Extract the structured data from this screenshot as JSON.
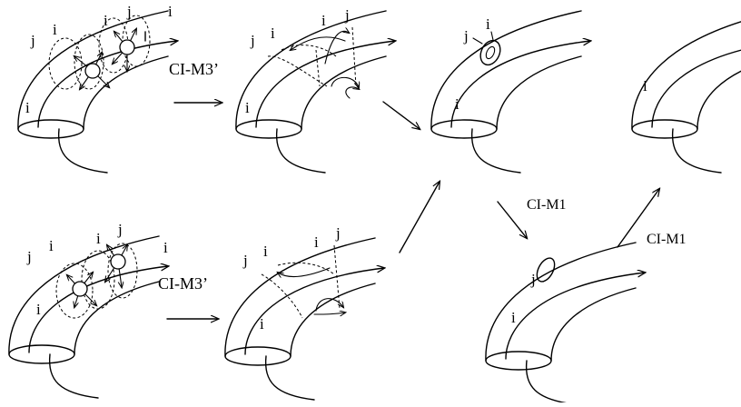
{
  "labels": {
    "i": "i",
    "j": "j"
  },
  "moves": {
    "m3_top": "CI-M3’",
    "m3_bottom": "CI-M3’",
    "m1_lower": "CI-M1",
    "m1_right": "CI-M1"
  }
}
